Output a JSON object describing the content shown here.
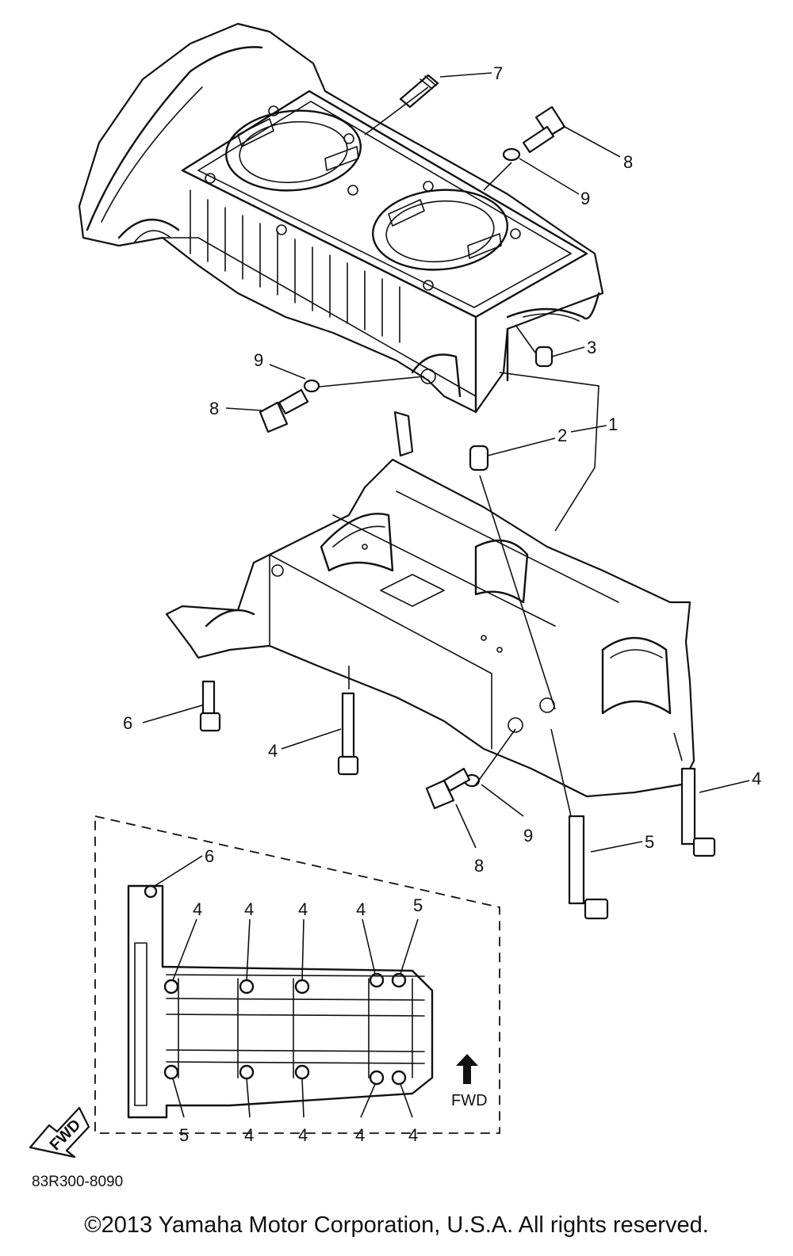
{
  "callouts": {
    "upper": {
      "c7": "7",
      "c8a": "8",
      "c9a": "9",
      "c3": "3",
      "c9b": "9",
      "c8b": "8",
      "c2": "2",
      "c1": "1"
    },
    "lower": {
      "c6": "6",
      "c4a": "4",
      "c4b": "4",
      "c5": "5",
      "c9": "9",
      "c8": "8"
    },
    "inset": {
      "top": [
        "6",
        "4",
        "4",
        "4",
        "4",
        "5"
      ],
      "bottom": [
        "5",
        "4",
        "4",
        "4",
        "4"
      ]
    }
  },
  "inset_direction_label": "FWD",
  "fwd_badge_label": "FWD",
  "reference_code": "83R300-8090",
  "copyright": "©2013 Yamaha Motor Corporation, U.S.A. All rights reserved."
}
